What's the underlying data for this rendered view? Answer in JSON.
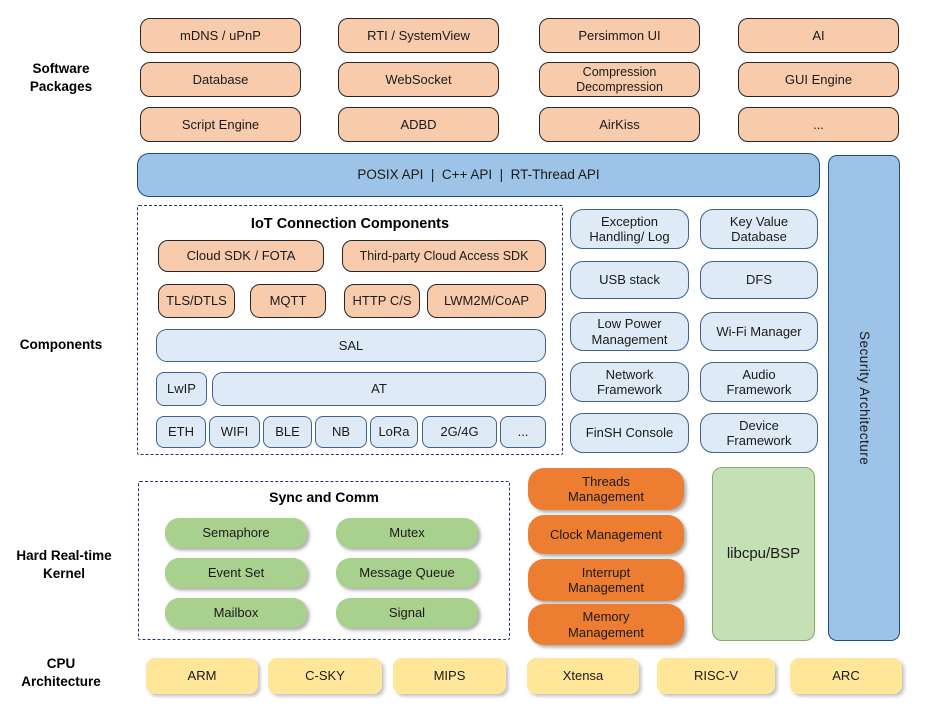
{
  "side_labels": {
    "software_packages": "Software\nPackages",
    "components": "Components",
    "kernel": "Hard Real-time\nKernel",
    "cpu": "CPU\nArchitecture"
  },
  "software_packages": {
    "boxes": [
      "mDNS / uPnP",
      "RTI / SystemView",
      "Persimmon UI",
      "AI",
      "Database",
      "WebSocket",
      "Compression\nDecompression",
      "GUI Engine",
      "Script Engine",
      "ADBD",
      "AirKiss",
      "..."
    ]
  },
  "api_bar": "POSIX API  |  C++ API  |  RT-Thread API",
  "security_bar": "Security Architecture",
  "iot": {
    "title": "IoT Connection Components",
    "cloud_sdk": "Cloud SDK / FOTA",
    "third_party": "Third-party Cloud Access SDK",
    "protocols": [
      "TLS/DTLS",
      "MQTT",
      "HTTP C/S",
      "LWM2M/CoAP"
    ],
    "sal": "SAL",
    "lwip": "LwIP",
    "at": "AT",
    "links": [
      "ETH",
      "WIFI",
      "BLE",
      "NB",
      "LoRa",
      "2G/4G",
      "..."
    ]
  },
  "services": [
    "Exception\nHandling/ Log",
    "Key Value\nDatabase",
    "USB stack",
    "DFS",
    "Low Power\nManagement",
    "Wi-Fi Manager",
    "Network\nFramework",
    "Audio\nFramework",
    "FinSH Console",
    "Device\nFramework"
  ],
  "sync": {
    "title": "Sync and Comm",
    "items": [
      "Semaphore",
      "Mutex",
      "Event Set",
      "Message Queue",
      "Mailbox",
      "Signal"
    ]
  },
  "management": [
    "Threads\nManagement",
    "Clock Management",
    "Interrupt\nManagement",
    "Memory\nManagement"
  ],
  "libcpu": "libcpu/BSP",
  "cpu_arch": [
    "ARM",
    "C-SKY",
    "MIPS",
    "Xtensa",
    "RISC-V",
    "ARC"
  ],
  "colors": {
    "orange_light": "#F8CBAD",
    "orange_dark": "#ED7D31",
    "blue_bar": "#9DC3E6",
    "blue_light": "#DEEBF7",
    "green": "#A9D18E",
    "green_light": "#C5E0B4",
    "yellow": "#FFE699",
    "navy_dash": "#1F3864"
  }
}
